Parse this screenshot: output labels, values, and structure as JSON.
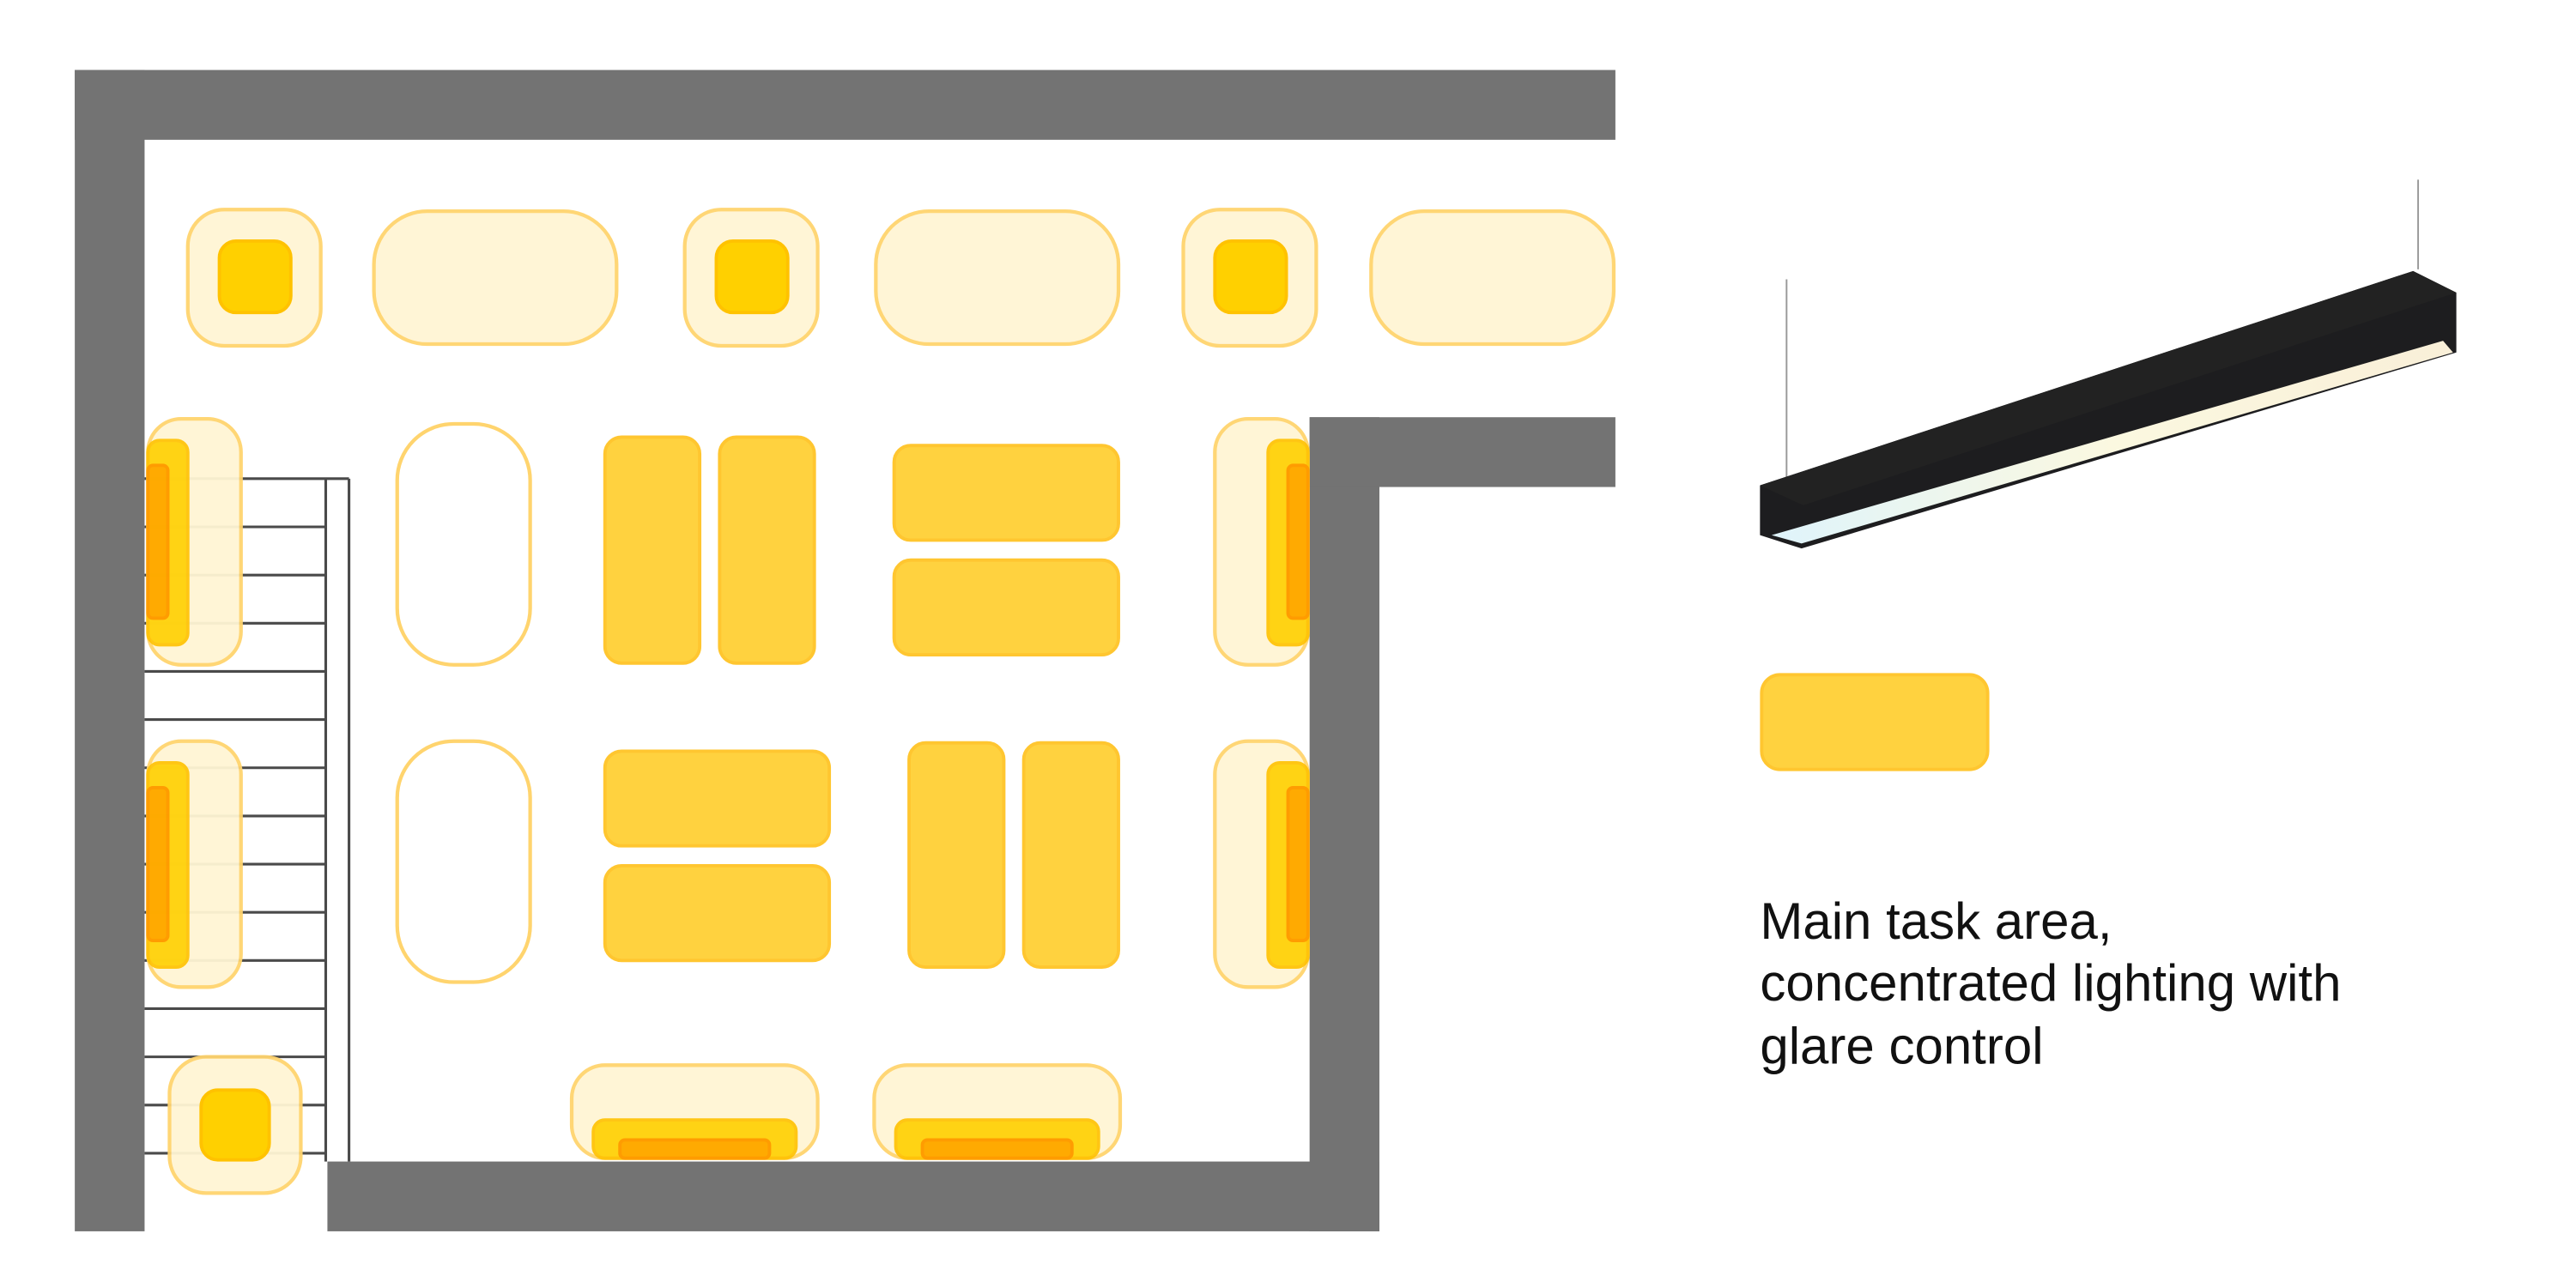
{
  "legend": {
    "caption_lines": [
      "Main task area,",
      "concentrated lighting with",
      "glare control"
    ],
    "swatch_color": "#FFD23F",
    "fixture_image": "linear-pendant-light-icon"
  },
  "colors": {
    "wall": "#737373",
    "task_light": "#FFD23F",
    "ambient_glow": "#FFF5D4",
    "accent_core": "#FFD000",
    "wall_wash_core": "#FFA800"
  }
}
